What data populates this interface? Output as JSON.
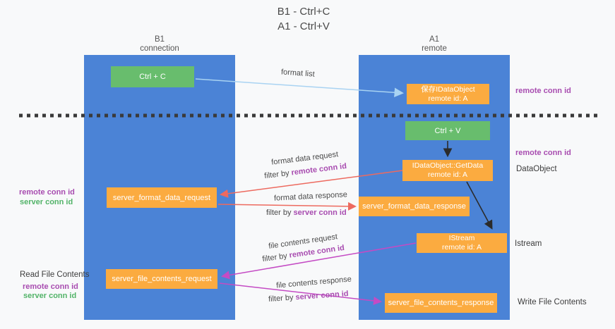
{
  "title": {
    "line1": "B1 - Ctrl+C",
    "line2": "A1 - Ctrl+V"
  },
  "lanes": {
    "left": {
      "name": "B1",
      "subtitle": "connection"
    },
    "right": {
      "name": "A1",
      "subtitle": "remote"
    }
  },
  "nodes": {
    "ctrl_c": {
      "label": "Ctrl + C"
    },
    "ctrl_v": {
      "label": "Ctrl + V"
    },
    "save_dataobject": {
      "line1": "保存IDataObject",
      "line2": "remote id: A"
    },
    "getdata": {
      "line1": "IDataObject::GetData",
      "line2": "remote id: A"
    },
    "istream": {
      "line1": "IStream",
      "line2": "remote id: A"
    },
    "format_request": {
      "label": "server_format_data_request"
    },
    "format_response": {
      "label": "server_format_data_response"
    },
    "file_request": {
      "label": "server_file_contents_request"
    },
    "file_response": {
      "label": "server_file_contents_response"
    }
  },
  "edges": {
    "format_list": {
      "label": "format list"
    },
    "format_data_request": {
      "label": "format data request",
      "filter_prefix": "filter by",
      "filter_value": "remote conn id"
    },
    "format_data_response": {
      "label": "format data response",
      "filter_prefix": "filter by",
      "filter_value": "server conn id"
    },
    "file_contents_request": {
      "label": "file contents request",
      "filter_prefix": "filter by",
      "filter_value": "remote conn id"
    },
    "file_contents_response": {
      "label": "file contents response",
      "filter_prefix": "filter by",
      "filter_value": "server conn id"
    }
  },
  "side_labels": {
    "right_remote_1": "remote conn id",
    "right_remote_2": "remote conn id",
    "dataobject": "DataObject",
    "istream": "Istream",
    "write_file": "Write File Contents",
    "left_remote_1": "remote conn id",
    "left_server_1": "server conn id",
    "read_file": "Read File Contents",
    "left_remote_2": "remote conn id",
    "left_server_2": "server conn id"
  },
  "colors": {
    "lane_blue": "#4b83d6",
    "node_green": "#68bd6d",
    "node_orange": "#fbab40",
    "label_purple": "#a84cb0",
    "label_green": "#52b368",
    "arrow_red": "#ed6a5f",
    "arrow_magenta": "#c44bc4",
    "arrow_light_blue": "#a9d3f2",
    "arrow_black": "#2b2b2b"
  }
}
